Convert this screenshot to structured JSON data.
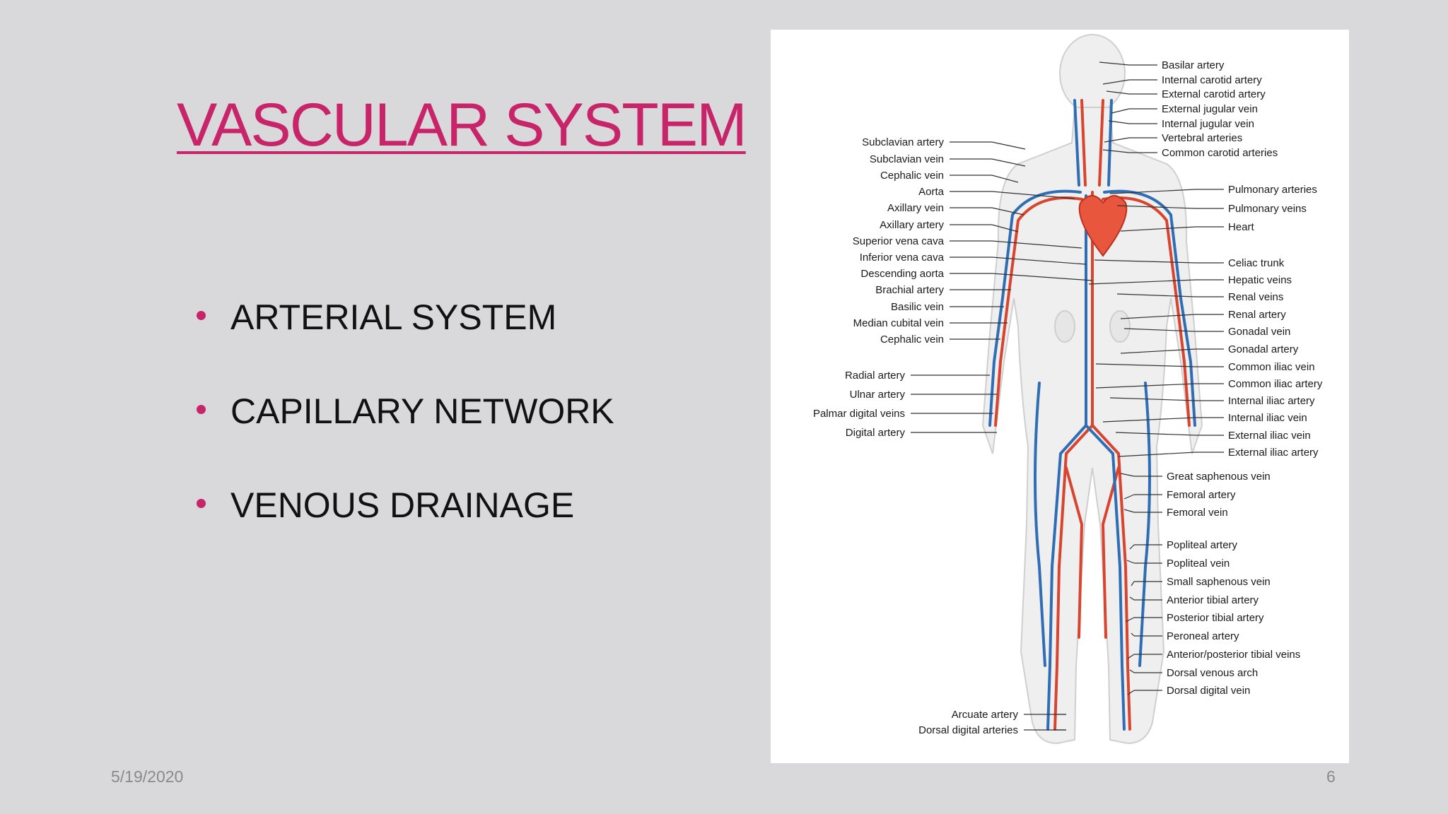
{
  "slide": {
    "title": "VASCULAR SYSTEM",
    "bullets": [
      "ARTERIAL SYSTEM",
      "CAPILLARY NETWORK",
      "VENOUS DRAINAGE"
    ],
    "date": "5/19/2020",
    "page_number": "6",
    "colors": {
      "background": "#d9d9db",
      "accent": "#c8246a",
      "artery": "#d8442e",
      "vein": "#2f6db5"
    }
  },
  "diagram": {
    "left_labels": [
      "Subclavian artery",
      "Subclavian vein",
      "Cephalic vein",
      "Aorta",
      "Axillary vein",
      "Axillary artery",
      "Superior vena cava",
      "Inferior vena cava",
      "Descending aorta",
      "Brachial artery",
      "Basilic vein",
      "Median cubital vein",
      "Cephalic vein",
      "Radial artery",
      "Ulnar artery",
      "Palmar digital veins",
      "Digital artery",
      "Arcuate artery",
      "Dorsal digital arteries"
    ],
    "right_labels": [
      "Basilar artery",
      "Internal carotid artery",
      "External carotid artery",
      "External jugular vein",
      "Internal jugular vein",
      "Vertebral arteries",
      "Common carotid arteries",
      "Pulmonary arteries",
      "Pulmonary veins",
      "Heart",
      "Celiac trunk",
      "Hepatic veins",
      "Renal veins",
      "Renal artery",
      "Gonadal vein",
      "Gonadal artery",
      "Common iliac vein",
      "Common iliac artery",
      "Internal iliac artery",
      "Internal iliac vein",
      "External iliac vein",
      "External iliac artery",
      "Great saphenous vein",
      "Femoral artery",
      "Femoral vein",
      "Popliteal artery",
      "Popliteal vein",
      "Small saphenous vein",
      "Anterior tibial artery",
      "Posterior tibial artery",
      "Peroneal artery",
      "Anterior/posterior tibial veins",
      "Dorsal venous arch",
      "Dorsal digital vein"
    ]
  }
}
